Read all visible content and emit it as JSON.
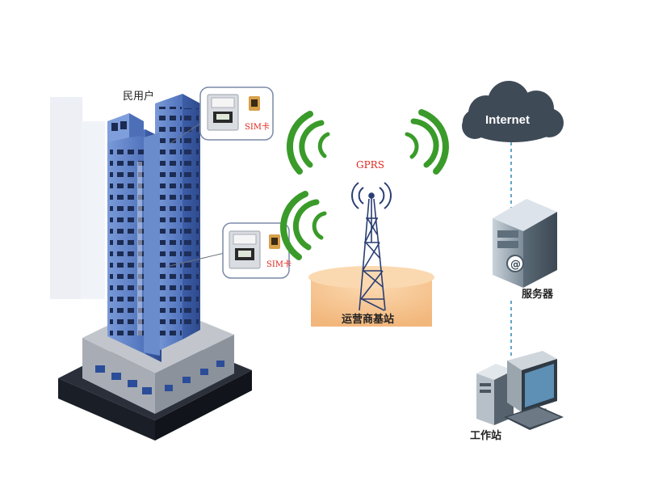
{
  "labels": {
    "residential": "民用户",
    "sim_card_top": "SIM卡",
    "sim_card_bottom": "SIM卡",
    "gprs": "GPRS",
    "base_station": "运营商基站",
    "internet": "Internet",
    "server": "服务器",
    "workstation": "工作站"
  },
  "colors": {
    "building_facade": "#5b7fc4",
    "building_side": "#3d5ea8",
    "window": "#1c2b52",
    "signal_green": "#3a9b2a",
    "red_text": "#e0261c",
    "cloud": "#3f4a57",
    "dashed_link": "#3a8fb8",
    "ground": "#f6c48e"
  },
  "icons": [
    "gas-meter-icon",
    "sim-card-icon",
    "signal-tower-icon",
    "cloud-icon",
    "server-icon",
    "workstation-icon"
  ]
}
